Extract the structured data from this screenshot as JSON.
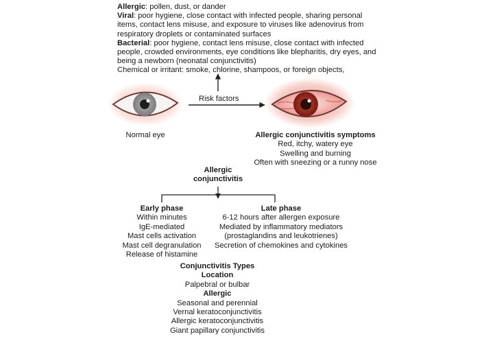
{
  "risk_factors": {
    "allergic": {
      "label": "Allergic",
      "text": ": pollen, dust, or dander"
    },
    "viral": {
      "label": "Viral",
      "lines": [
        ": poor hygiene, close contact with infected people, sharing personal",
        "items, contact lens misuse, and exposure to viruses like adenovirus from",
        "respiratory droplets or contaminated surfaces"
      ]
    },
    "bacterial": {
      "label": "Bacterial",
      "lines": [
        ": poor hygiene, contact lens misuse, close contact with infected",
        "people, crowded environments, eye conditions like blepharitis, dry eyes, and",
        "being a newborn (neonatal conjunctivitis)"
      ]
    },
    "chemical": "Chemical or irritant: smoke, chlorine, shampoos, or foreign objects,"
  },
  "arrow_label": "Risk factors",
  "normal_eye_label": "Normal eye",
  "symptoms": {
    "title": "Allergic conjunctivitis symptoms",
    "items": [
      "Red, itchy, watery eye",
      "Swelling and burning",
      "Often with sneezing or a runny nose"
    ]
  },
  "center_title": [
    "Allergic",
    "conjunctivitis"
  ],
  "early_phase": {
    "title": "Early phase",
    "items": [
      "Within minutes",
      "IgE-mediated",
      "Mast cells activation",
      "Mast cell degranulation",
      "Release of histamine"
    ]
  },
  "late_phase": {
    "title": "Late phase",
    "items": [
      "6-12 hours after allergen exposure",
      "Mediated by inflammatory mediators",
      "(prostaglandins and leukotrienes)",
      "Secretion of chemokines and cytokines"
    ]
  },
  "types": {
    "title": "Conjunctivitis Types",
    "location_title": "Location",
    "location_value": "Palpebral or bulbar",
    "allergic_title": "Allergic",
    "allergic_items": [
      "Seasonal and perennial",
      "Vernal keratoconjunctivitis",
      "Allergic keratoconjunctivitis",
      "Giant papillary conjunctivitis"
    ]
  },
  "colors": {
    "normal_iris": "#8f8f8f",
    "red_iris": "#8a1f14",
    "eye_redness": "#f0a7a0",
    "arrow": "#222222"
  }
}
